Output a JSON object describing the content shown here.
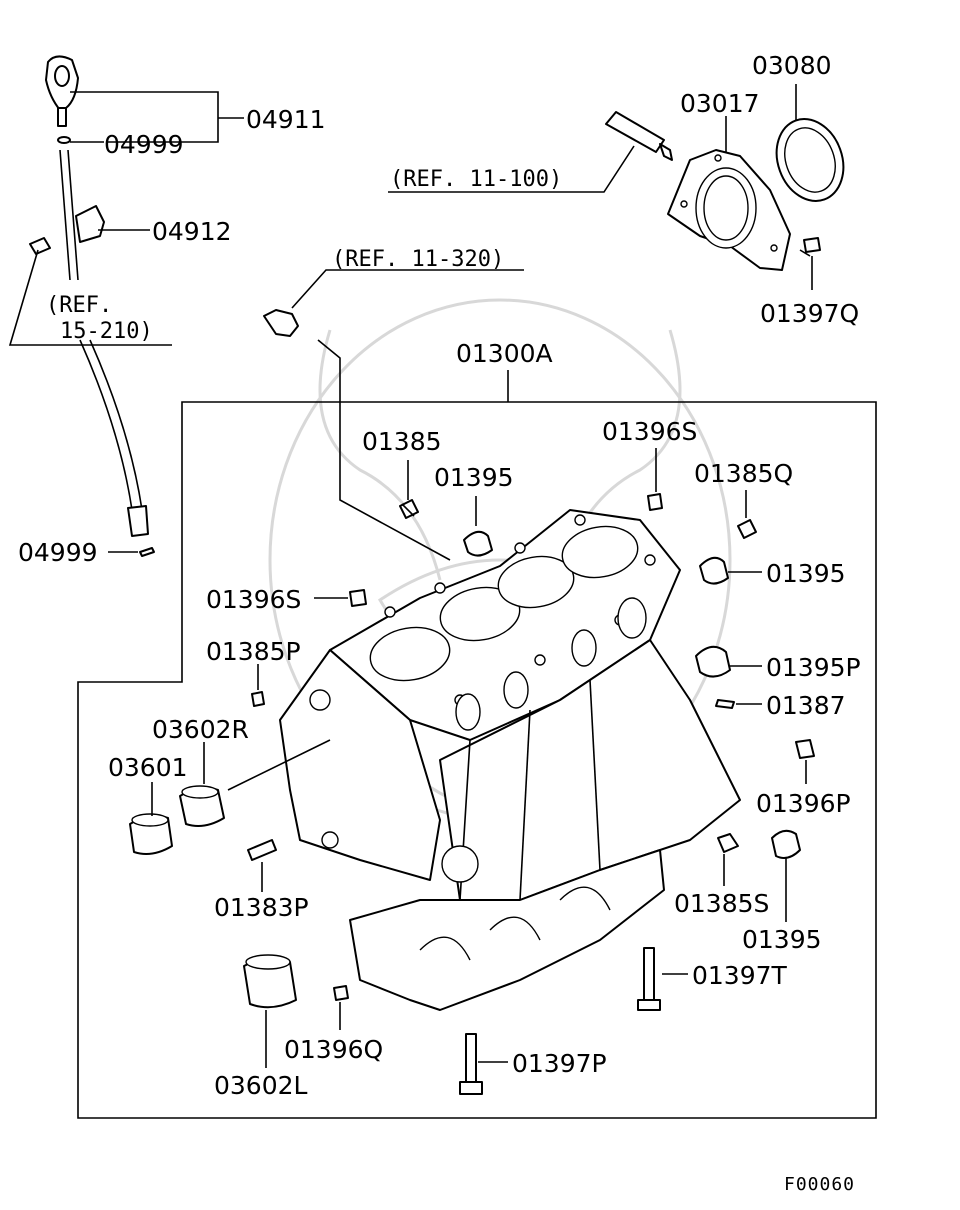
{
  "diagram": {
    "figure_code": "F00060",
    "assembly_label": "01300A",
    "refs": {
      "ref_11_100": "(REF. 11-100)",
      "ref_11_320": "(REF. 11-320)",
      "ref_15_210_line1": "(REF.",
      "ref_15_210_line2": "15-210)"
    },
    "parts": {
      "p04911": "04911",
      "p04999_top": "04999",
      "p04912": "04912",
      "p04999_bottom": "04999",
      "p03080": "03080",
      "p03017": "03017",
      "p01397Q": "01397Q",
      "p01385": "01385",
      "p01395_a": "01395",
      "p01396S_a": "01396S",
      "p01385Q": "01385Q",
      "p01395_b": "01395",
      "p01396S_b": "01396S",
      "p01385P": "01385P",
      "p01395P": "01395P",
      "p01387": "01387",
      "p03602R": "03602R",
      "p03601": "03601",
      "p01396P": "01396P",
      "p01383P": "01383P",
      "p01385S": "01385S",
      "p01395_c": "01395",
      "p01397T": "01397T",
      "p01396Q": "01396Q",
      "p01397P": "01397P",
      "p03602L": "03602L"
    }
  }
}
